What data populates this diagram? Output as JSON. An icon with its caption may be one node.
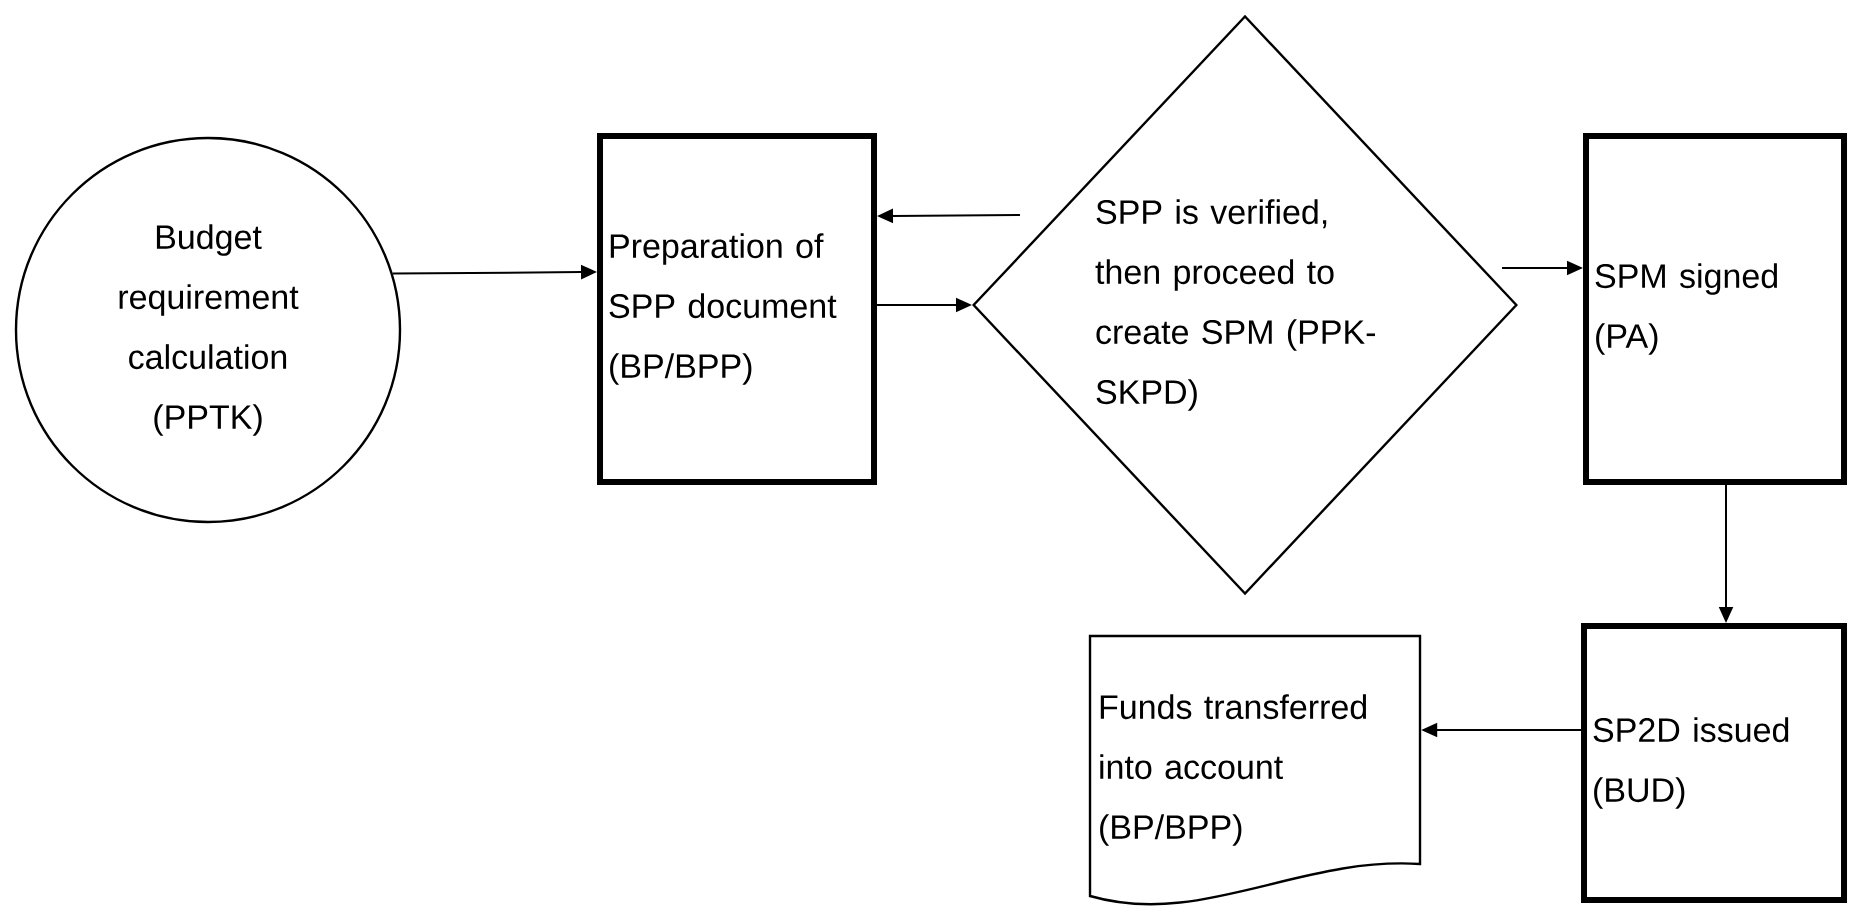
{
  "diagram": {
    "nodes": [
      {
        "text": [
          "Budget requirement calculation (PPTK)"
        ]
      },
      {
        "text": [
          "Preparation of SPP document (BP/BPP)"
        ]
      },
      {
        "text": [
          "SPP is verified, then proceed to create SPM (PPK-SKPD)"
        ]
      },
      {
        "text": [
          "SPM signed (PA)"
        ]
      },
      {
        "text": [
          "SP2D issued (BUD)"
        ]
      },
      {
        "text": [
          "Funds transferred into account (BP/BPP)"
        ]
      }
    ],
    "edges": [
      {
        "from": 0,
        "to": 1,
        "arrow": "to"
      },
      {
        "from": 2,
        "to": 1,
        "arrow": "to"
      },
      {
        "from": 1,
        "to": 2,
        "arrow": "to"
      },
      {
        "from": 2,
        "to": 3,
        "arrow": "to"
      },
      {
        "from": 3,
        "to": 4,
        "arrow": "to"
      },
      {
        "from": 4,
        "to": 5,
        "arrow": "to"
      }
    ]
  }
}
